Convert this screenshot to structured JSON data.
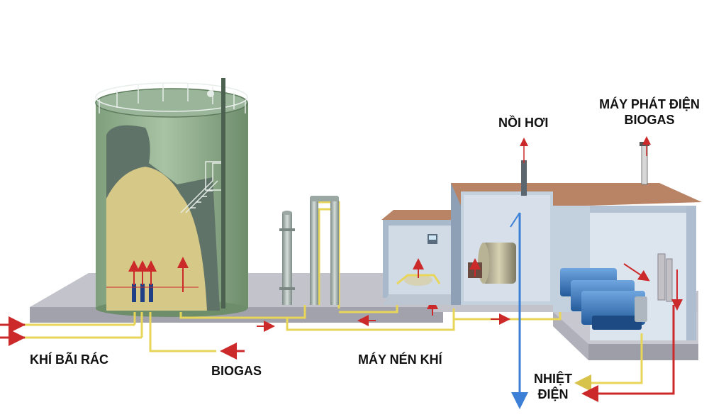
{
  "labels": {
    "landfill_gas": "KHÍ BÃI RÁC",
    "biogas": "BIOGAS",
    "compressor": "MÁY NÉN KHÍ",
    "boiler": "NỒI HƠI",
    "generator_line1": "MÁY PHÁT ĐIỆN",
    "generator_line2": "BIOGAS",
    "thermal_line1": "NHIỆT",
    "thermal_line2": "ĐIỆN"
  },
  "colors": {
    "tank": "#8fae8c",
    "tank_dark": "#6f8f6c",
    "waste": "#d8c98a",
    "ground": "#bcbcc4",
    "ground_side": "#9c9ca6",
    "room_floor": "#c9d3df",
    "room_wall": "#a9b9cc",
    "roof": "#b98466",
    "gas_pipe": "#e8d65a",
    "hot_pipe": "#cc2a2a",
    "water_pipe": "#3b7fd6",
    "engine": "#2f6fb5"
  }
}
